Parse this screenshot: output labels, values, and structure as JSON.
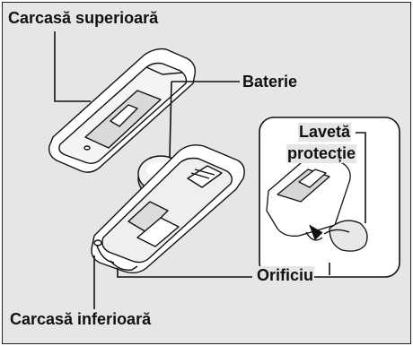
{
  "figure": {
    "labels": {
      "upper_case": "Carcasă superioară",
      "battery": "Baterie",
      "protective_cloth_line1": "Lavetă",
      "protective_cloth_line2": "protecție",
      "slot": "Orificiu",
      "lower_case": "Carcasă inferioară"
    }
  }
}
